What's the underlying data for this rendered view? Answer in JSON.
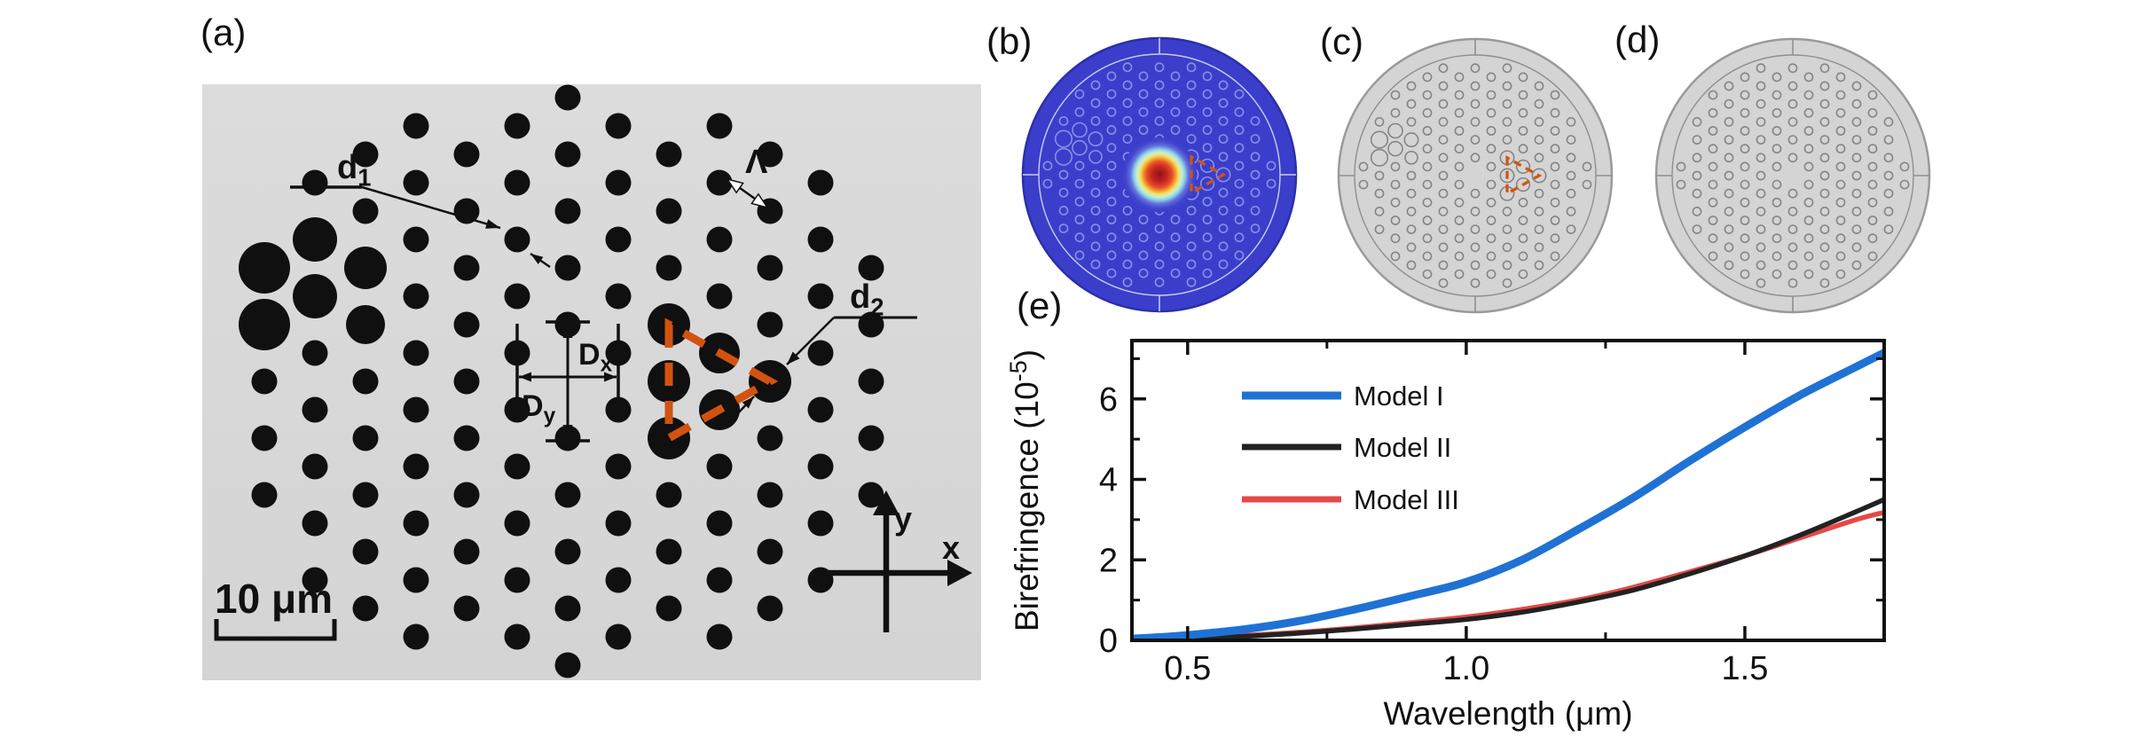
{
  "panels": {
    "a": {
      "label": "(a)",
      "scale_bar_text": "10 μm",
      "d1": {
        "base": "d",
        "sub": "1"
      },
      "d2": {
        "base": "d",
        "sub": "2"
      },
      "pitch_label": "Λ",
      "core_dim_x": {
        "base": "D",
        "sub": "x"
      },
      "core_dim_y": {
        "base": "D",
        "sub": "y"
      },
      "axis_x_label": "x",
      "axis_y_label": "y"
    },
    "b": {
      "label": "(b)"
    },
    "c": {
      "label": "(c)"
    },
    "d": {
      "label": "(d)"
    },
    "e": {
      "label": "(e)"
    }
  },
  "colors": {
    "sem_bg_top": "#dcdcdc",
    "sem_bg_bottom": "#d4d4d4",
    "hole_fill": "#101010",
    "annotation": "#111111",
    "orange_dashed": "#d2530f",
    "mode_bg_blue": "#3a3ecb",
    "mode_rim_blue": "#2b2fa8",
    "mode_hole_stroke": "#8b8fe6",
    "mode_tick": "#c8ccf2",
    "gray_panel_bg": "#d4d4d4",
    "gray_panel_rim": "#9a9a9a",
    "gray_hole_stroke": "#858585",
    "axis_black": "#111111"
  },
  "lattice": {
    "sem": {
      "col_pitch": 57,
      "row_pitch": 64,
      "small_r": 14.5,
      "field_rx": 400,
      "field_ry": 332,
      "big_holes": [
        {
          "cell": [
            -6,
            -2
          ],
          "r": 29
        },
        {
          "cell": [
            -6,
            -1
          ],
          "r": 29
        },
        {
          "cell": [
            -5,
            -2
          ],
          "r": 25
        },
        {
          "cell": [
            -5,
            -1
          ],
          "r": 25
        },
        {
          "cell": [
            -4,
            -2
          ],
          "r": 24
        },
        {
          "cell": [
            -4,
            -1
          ],
          "r": 22
        },
        {
          "cell": [
            2,
            -1
          ],
          "r": 24
        },
        {
          "cell": [
            2,
            0
          ],
          "r": 24
        },
        {
          "cell": [
            2,
            1
          ],
          "r": 24
        },
        {
          "cell": [
            3,
            0
          ],
          "r": 23
        },
        {
          "cell": [
            3,
            1
          ],
          "r": 23
        },
        {
          "cell": [
            4,
            0
          ],
          "r": 24
        }
      ],
      "triangle_cells": [
        [
          2,
          -1
        ],
        [
          2,
          1
        ],
        [
          4,
          0
        ]
      ]
    },
    "fiber": {
      "col_pitch": 18,
      "row_pitch": 20.2,
      "small_r": 4.6,
      "outer_r": 154,
      "ring_r": 136,
      "field_r": 128,
      "hole_scale": 0.32,
      "mode_spot_r": 42
    }
  },
  "chart_data": {
    "type": "line",
    "title": "",
    "xlabel": "Wavelength (μm)",
    "ylabel": "Birefringence (10⁻⁵)",
    "ylabel_parts": {
      "pre": "Birefringence (10",
      "sup": "-5",
      "post": ")"
    },
    "xlim": [
      0.4,
      1.75
    ],
    "ylim": [
      0,
      7.45
    ],
    "x_major_ticks": [
      0.5,
      1.0,
      1.5
    ],
    "x_major_tick_labels": [
      "0.5",
      "1.0",
      "1.5"
    ],
    "x_minor_ticks": [
      0.75,
      1.25
    ],
    "y_major_ticks": [
      0,
      2,
      4,
      6
    ],
    "y_major_tick_labels": [
      "0",
      "2",
      "4",
      "6"
    ],
    "y_minor_ticks": [
      1,
      3,
      5,
      7
    ],
    "grid": false,
    "legend_position": "upper-left-inside",
    "x": [
      0.4,
      0.45,
      0.5,
      0.6,
      0.7,
      0.8,
      0.9,
      1.0,
      1.1,
      1.2,
      1.3,
      1.4,
      1.5,
      1.6,
      1.7,
      1.75
    ],
    "series": [
      {
        "name": "Model I",
        "color": "#1f72d4",
        "width": 9,
        "values": [
          0.04,
          0.08,
          0.13,
          0.27,
          0.48,
          0.77,
          1.1,
          1.45,
          2.0,
          2.75,
          3.55,
          4.45,
          5.3,
          6.1,
          6.8,
          7.15
        ]
      },
      {
        "name": "Model II",
        "color": "#222222",
        "width": 5.5,
        "values": [
          0.02,
          0.03,
          0.05,
          0.1,
          0.18,
          0.28,
          0.4,
          0.52,
          0.7,
          0.95,
          1.25,
          1.65,
          2.1,
          2.62,
          3.2,
          3.5
        ]
      },
      {
        "name": "Model III",
        "color": "#e64848",
        "width": 5.5,
        "values": [
          0.02,
          0.04,
          0.06,
          0.12,
          0.2,
          0.31,
          0.44,
          0.58,
          0.77,
          1.0,
          1.32,
          1.7,
          2.1,
          2.55,
          3.0,
          3.18
        ]
      }
    ]
  }
}
